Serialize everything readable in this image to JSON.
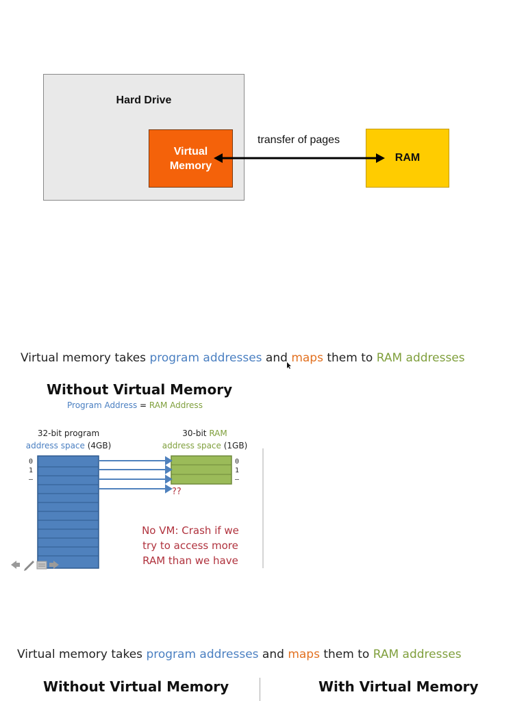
{
  "diagram": {
    "hard_drive_label": "Hard Drive",
    "virtual_memory_label": "Virtual\nMemory",
    "ram_label": "RAM",
    "transfer_label": "transfer of pages",
    "colors": {
      "hard_drive": "#e9e9e9",
      "virtual_memory": "#f4620a",
      "ram": "#ffcc00"
    }
  },
  "slide1": {
    "caption": {
      "part1": "Virtual memory takes ",
      "program_addresses": "program addresses",
      "part2": " and ",
      "maps": "maps",
      "part3": " them to ",
      "ram_addresses": "RAM addresses"
    },
    "title": "Without Virtual Memory",
    "subtitle": {
      "program": "Program Address",
      "eq": " = ",
      "ram": "RAM Address"
    },
    "program_space": {
      "line1": "32-bit program",
      "line2a": "address space ",
      "line2b": "(4GB)"
    },
    "ram_space": {
      "line1a": "30-bit ",
      "line1b": "RAM",
      "line2a": "address space ",
      "line2b": "(1GB)"
    },
    "left_index": [
      "0",
      "1",
      "–"
    ],
    "right_index": [
      "0",
      "1",
      "–"
    ],
    "question": "??",
    "crash_lines": [
      "No VM: Crash if we",
      "try to access more",
      "RAM than we have"
    ]
  },
  "slide2": {
    "caption": {
      "part1": "Virtual memory takes ",
      "program_addresses": "program addresses",
      "part2": " and ",
      "maps": "maps",
      "part3": " them to ",
      "ram_addresses": "RAM addresses"
    },
    "title_left": "Without Virtual Memory",
    "title_right": "With Virtual Memory"
  }
}
